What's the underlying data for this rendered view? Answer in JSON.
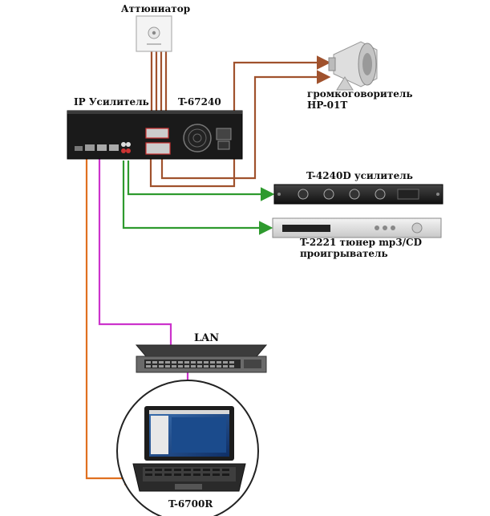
{
  "labels": {
    "attenuator": "Аттюниатор",
    "ip_amp": "IP Усилитель",
    "model_amp": "T-67240",
    "horn_line1": "громкоговоритель",
    "horn_line2": "HP-01T",
    "amp4240": "T-4240D усилитель",
    "tuner_line1": "T-2221 тюнер mp3/CD",
    "tuner_line2": "проигрыватель",
    "lan": "LAN",
    "laptop": "T-6700R"
  },
  "colors": {
    "speaker_wire": "#a0522d",
    "speaker_wire_alt": "#c8662a",
    "audio_wire": "#2e9a2e",
    "lan_wire": "#cc33cc",
    "control_wire": "#e07020"
  }
}
